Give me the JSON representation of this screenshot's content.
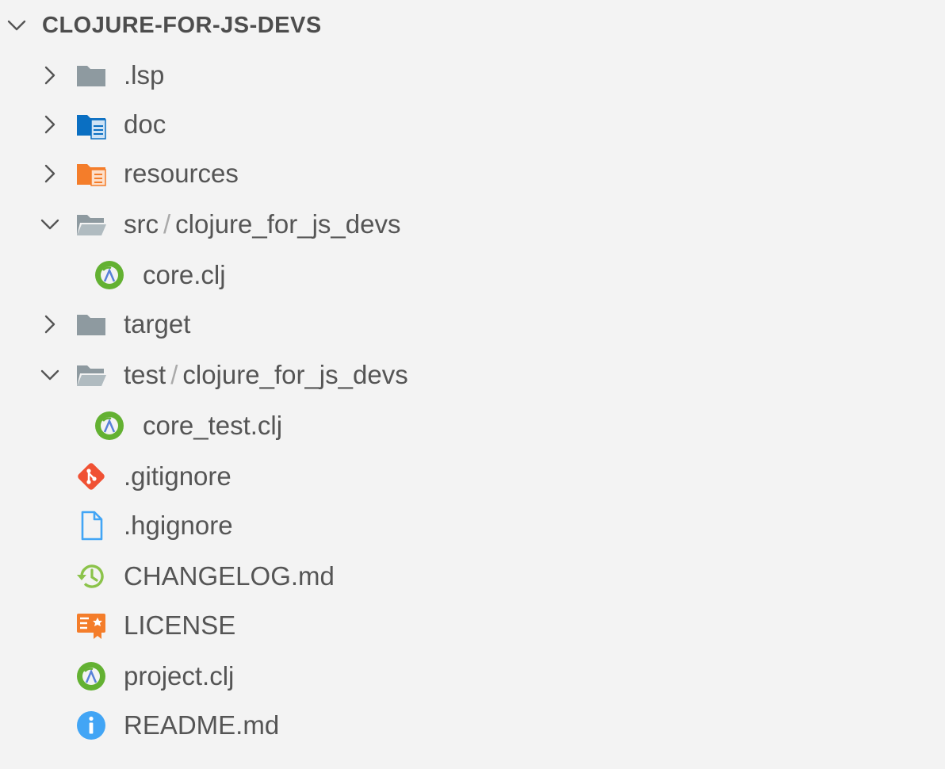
{
  "explorer": {
    "section_title": "CLOJURE-FOR-JS-DEVS",
    "items": [
      {
        "label": ".lsp",
        "type": "folder",
        "expanded": false,
        "icon": "folder-icon"
      },
      {
        "label": "doc",
        "type": "folder",
        "expanded": false,
        "icon": "doc-folder-icon"
      },
      {
        "label": "resources",
        "type": "folder",
        "expanded": false,
        "icon": "resources-folder-icon"
      },
      {
        "label_part1": "src",
        "separator": "/",
        "label_part2": "clojure_for_js_devs",
        "type": "folder",
        "expanded": true,
        "icon": "folder-open-icon"
      },
      {
        "label": "core.clj",
        "type": "file",
        "icon": "clojure-icon"
      },
      {
        "label": "target",
        "type": "folder",
        "expanded": false,
        "icon": "folder-icon"
      },
      {
        "label_part1": "test",
        "separator": "/",
        "label_part2": "clojure_for_js_devs",
        "type": "folder",
        "expanded": true,
        "icon": "folder-open-icon"
      },
      {
        "label": "core_test.clj",
        "type": "file",
        "icon": "clojure-icon"
      },
      {
        "label": ".gitignore",
        "type": "file",
        "icon": "git-icon"
      },
      {
        "label": ".hgignore",
        "type": "file",
        "icon": "file-icon"
      },
      {
        "label": "CHANGELOG.md",
        "type": "file",
        "icon": "history-icon"
      },
      {
        "label": "LICENSE",
        "type": "file",
        "icon": "license-icon"
      },
      {
        "label": "project.clj",
        "type": "file",
        "icon": "clojure-icon"
      },
      {
        "label": "README.md",
        "type": "file",
        "icon": "info-icon"
      }
    ]
  },
  "colors": {
    "background": "#f3f3f3",
    "text": "#555555",
    "folder_gray": "#8e9aa0",
    "doc_blue": "#0a6fc2",
    "resources_orange": "#f47d2a",
    "clojure_green": "#63b132",
    "clojure_blue": "#5881d8",
    "git_orange": "#f05133",
    "file_blue": "#42a5f5",
    "history_green": "#8bc34a",
    "license_orange": "#f47d2a",
    "info_blue": "#42a5f5"
  }
}
